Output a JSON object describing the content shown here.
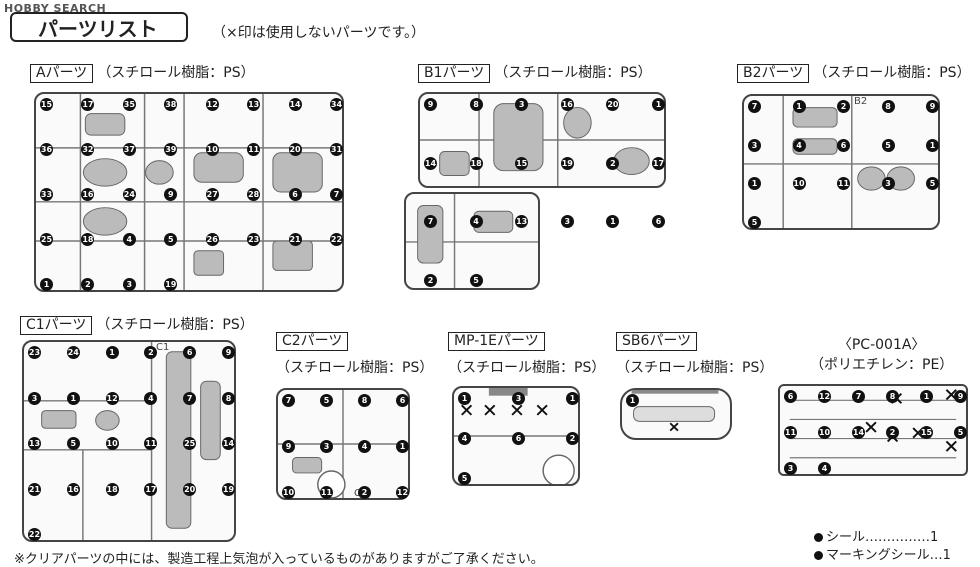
{
  "watermark": "HOBBY SEARCH",
  "title": "パーツリスト",
  "note": "（×印は使用しないパーツです。）",
  "material_ps": "（スチロール樹脂：PS）",
  "sections": {
    "a": {
      "tag": "Aパーツ"
    },
    "b1": {
      "tag": "B1パーツ"
    },
    "b2": {
      "tag": "B2パーツ"
    },
    "c1": {
      "tag": "C1パーツ"
    },
    "c2": {
      "tag": "C2パーツ"
    },
    "mp1e": {
      "tag": "MP-1Eパーツ"
    },
    "sb6": {
      "tag": "SB6パーツ"
    },
    "pc": {
      "tag": "〈PC-001A〉",
      "material": "（ポリエチレン：PE）"
    }
  },
  "runner_labels": {
    "b2": "B2",
    "c1": "C1",
    "c2": "C2"
  },
  "footnote": "※クリアパーツの中には、製造工程上気泡が入っているものがありますがご了承ください。",
  "stickers": [
    {
      "label": "シール",
      "leader": "……………",
      "count": "1"
    },
    {
      "label": "マーキングシール",
      "leader": "…",
      "count": "1"
    }
  ],
  "part_numbers": {
    "a": [
      "15",
      "17",
      "35",
      "38",
      "12",
      "13",
      "14",
      "34",
      "36",
      "32",
      "37",
      "39",
      "10",
      "11",
      "20",
      "31",
      "33",
      "16",
      "24",
      "9",
      "27",
      "28",
      "6",
      "7",
      "25",
      "18",
      "4",
      "5",
      "26",
      "23",
      "21",
      "22",
      "1",
      "2",
      "3",
      "19"
    ],
    "b1": [
      "9",
      "8",
      "3",
      "16",
      "20",
      "1",
      "14",
      "18",
      "15",
      "19",
      "2",
      "17",
      "7",
      "4",
      "13",
      "3",
      "1",
      "6",
      "2",
      "5"
    ],
    "b2": [
      "7",
      "1",
      "2",
      "8",
      "9",
      "3",
      "4",
      "6",
      "5",
      "1",
      "1",
      "10",
      "11",
      "3",
      "5",
      "5"
    ],
    "c1": [
      "23",
      "24",
      "1",
      "2",
      "6",
      "9",
      "3",
      "1",
      "12",
      "4",
      "7",
      "8",
      "13",
      "5",
      "10",
      "11",
      "25",
      "14",
      "21",
      "16",
      "18",
      "17",
      "20",
      "19",
      "22"
    ],
    "c2": [
      "7",
      "5",
      "8",
      "6",
      "9",
      "3",
      "4",
      "1",
      "10",
      "11",
      "2",
      "12"
    ],
    "mp1e": [
      "1",
      "3",
      "1",
      "4",
      "6",
      "2",
      "5"
    ],
    "sb6": [
      "1"
    ],
    "pc": [
      "6",
      "12",
      "7",
      "8",
      "1",
      "9",
      "11",
      "10",
      "14",
      "2",
      "15",
      "5",
      "3",
      "4"
    ]
  },
  "colors": {
    "ink": "#222222",
    "runner": "#444444",
    "badge": "#111111"
  }
}
